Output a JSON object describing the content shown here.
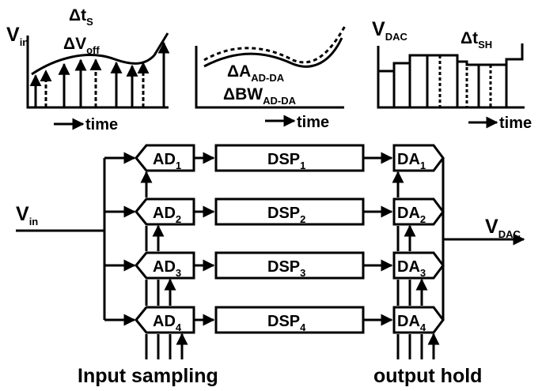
{
  "top_left": {
    "signal_main": "V",
    "signal_sub": "in",
    "error1_delta": "Δ",
    "error1_main": "t",
    "error1_sub": "S",
    "error2_delta": "Δ",
    "error2_main": "V",
    "error2_sub": "off",
    "axis": "time"
  },
  "top_middle": {
    "error1_main": "ΔA",
    "error1_sub": "AD-DA",
    "error2_main": "ΔBW",
    "error2_sub": "AD-DA",
    "axis": "time"
  },
  "top_right": {
    "signal_main": "V",
    "signal_sub": "DAC",
    "error_main": "Δt",
    "error_sub": "SH",
    "axis": "time"
  },
  "block": {
    "input_main": "V",
    "input_sub": "in",
    "output_main": "V",
    "output_sub": "DAC",
    "channels": [
      {
        "ad_main": "AD",
        "ad_sub": "1",
        "dsp_main": "DSP",
        "dsp_sub": "1",
        "da_main": "DA",
        "da_sub": "1"
      },
      {
        "ad_main": "AD",
        "ad_sub": "2",
        "dsp_main": "DSP",
        "dsp_sub": "2",
        "da_main": "DA",
        "da_sub": "2"
      },
      {
        "ad_main": "AD",
        "ad_sub": "3",
        "dsp_main": "DSP",
        "dsp_sub": "3",
        "da_main": "DA",
        "da_sub": "3"
      },
      {
        "ad_main": "AD",
        "ad_sub": "4",
        "dsp_main": "DSP",
        "dsp_sub": "4",
        "da_main": "DA",
        "da_sub": "4"
      }
    ],
    "bottom_left": "Input sampling",
    "bottom_right": "output hold"
  }
}
